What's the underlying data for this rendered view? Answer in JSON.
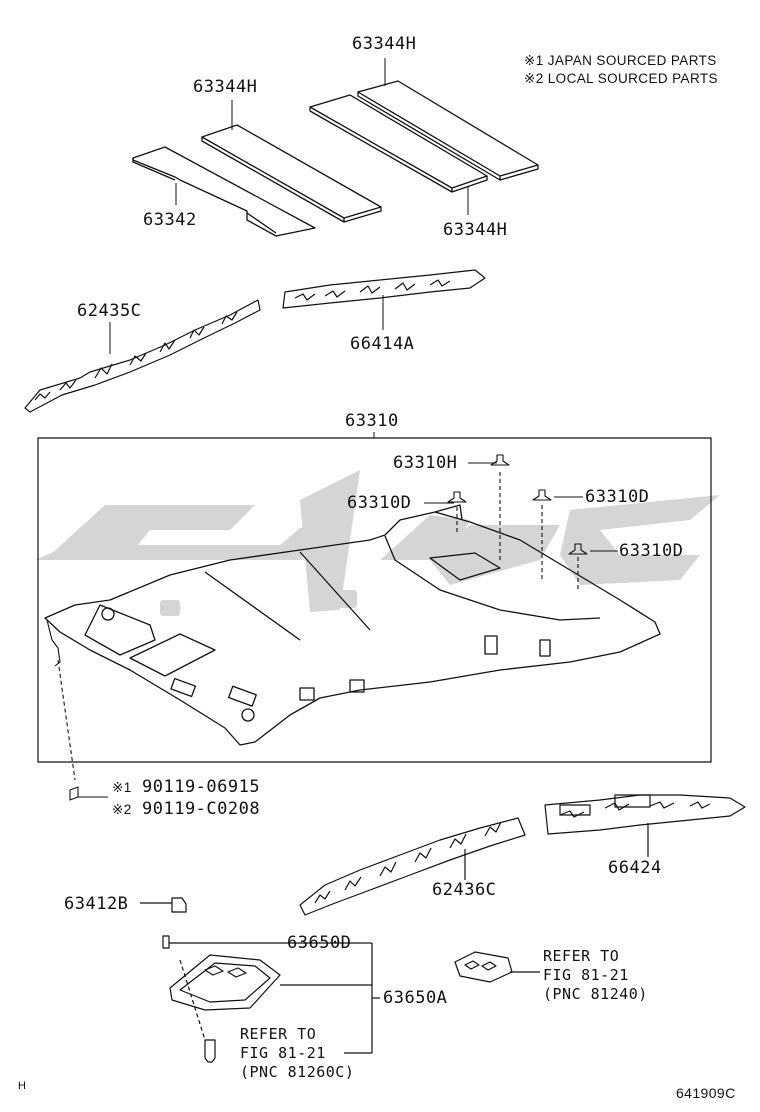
{
  "notes": {
    "note1": "※1 JAPAN SOURCED PARTS",
    "note2": "※2 LOCAL SOURCED PARTS"
  },
  "parts": {
    "p63344h_top": "63344H",
    "p63344h_mid": "63344H",
    "p63344h_right": "63344H",
    "p63342": "63342",
    "p62435c": "62435C",
    "p66414a": "66414A",
    "p63310": "63310",
    "p63310h": "63310H",
    "p63310d_left": "63310D",
    "p63310d_right": "63310D",
    "p63310d_lower": "63310D",
    "bolt_mark1": "※1",
    "bolt_mark2": "※2",
    "bolt_num1": "90119-06915",
    "bolt_num2": "90119-C0208",
    "p62436c": "62436C",
    "p66424": "66424",
    "p63412b": "63412B",
    "p63650d": "63650D",
    "p63650a": "63650A"
  },
  "refs": {
    "ref_right": {
      "line1": "REFER TO",
      "line2": "FIG 81-21",
      "line3": "(PNC 81240)"
    },
    "ref_bottom": {
      "line1": "REFER TO",
      "line2": "FIG 81-21",
      "line3": "(PNC 81260C)"
    }
  },
  "footer": {
    "left_mark": "H",
    "figure_code": "641909C"
  },
  "colors": {
    "ink": "#111111",
    "watermark": "#d3d3d3"
  }
}
